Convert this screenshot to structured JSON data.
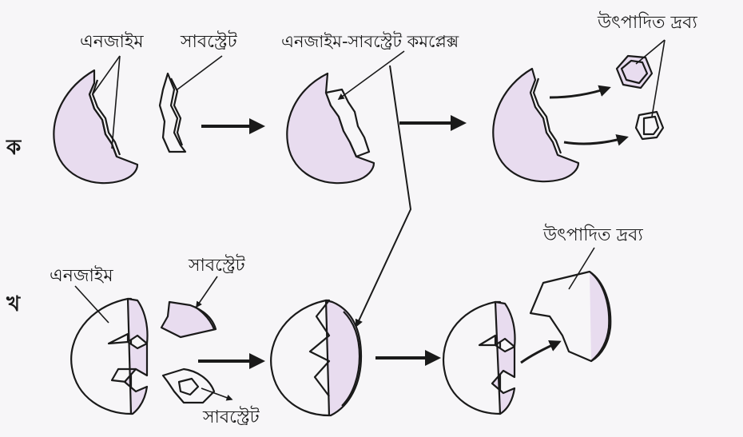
{
  "row_a": {
    "marker": "ক",
    "enzyme_label": "এনজাইম",
    "substrate_label": "সাবস্ট্রেট",
    "complex_label": "এনজাইম-সাবস্ট্রেট কমপ্লেক্স",
    "product_label": "উৎপাদিত দ্রব্য"
  },
  "row_b": {
    "marker": "খ",
    "enzyme_label": "এনজাইম",
    "substrate_label_top": "সাবস্ট্রেট",
    "substrate_label_bottom": "সাবস্ট্রেট",
    "product_label": "উৎপাদিত দ্রব্য"
  },
  "colors": {
    "fill": "#e8dcef",
    "stroke": "#1a1a1a",
    "background": "#f7f6f8"
  }
}
